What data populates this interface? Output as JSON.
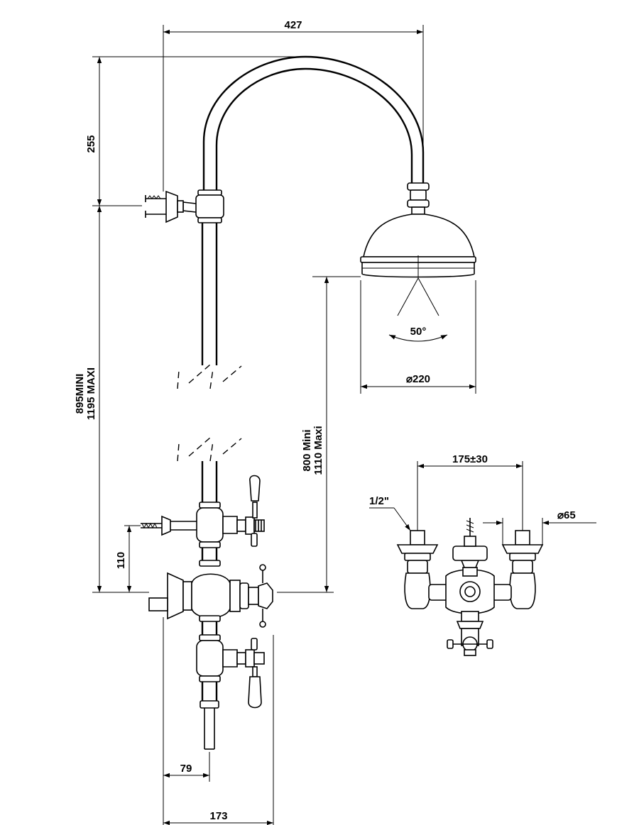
{
  "dimensions": {
    "top_width": "427",
    "arm_height": "255",
    "height_total_mini": "895MINI",
    "height_total_maxi": "1195 MAXI",
    "head_height_mini": "800 Mini",
    "head_height_maxi": "1110 Maxi",
    "spray_angle": "50°",
    "head_diameter": "⌀220",
    "valve_offset": "110",
    "depth_small": "79",
    "depth_total": "173",
    "centers": "175±30",
    "inlet_thread": "1/2\"",
    "flange_diameter": "⌀65"
  }
}
